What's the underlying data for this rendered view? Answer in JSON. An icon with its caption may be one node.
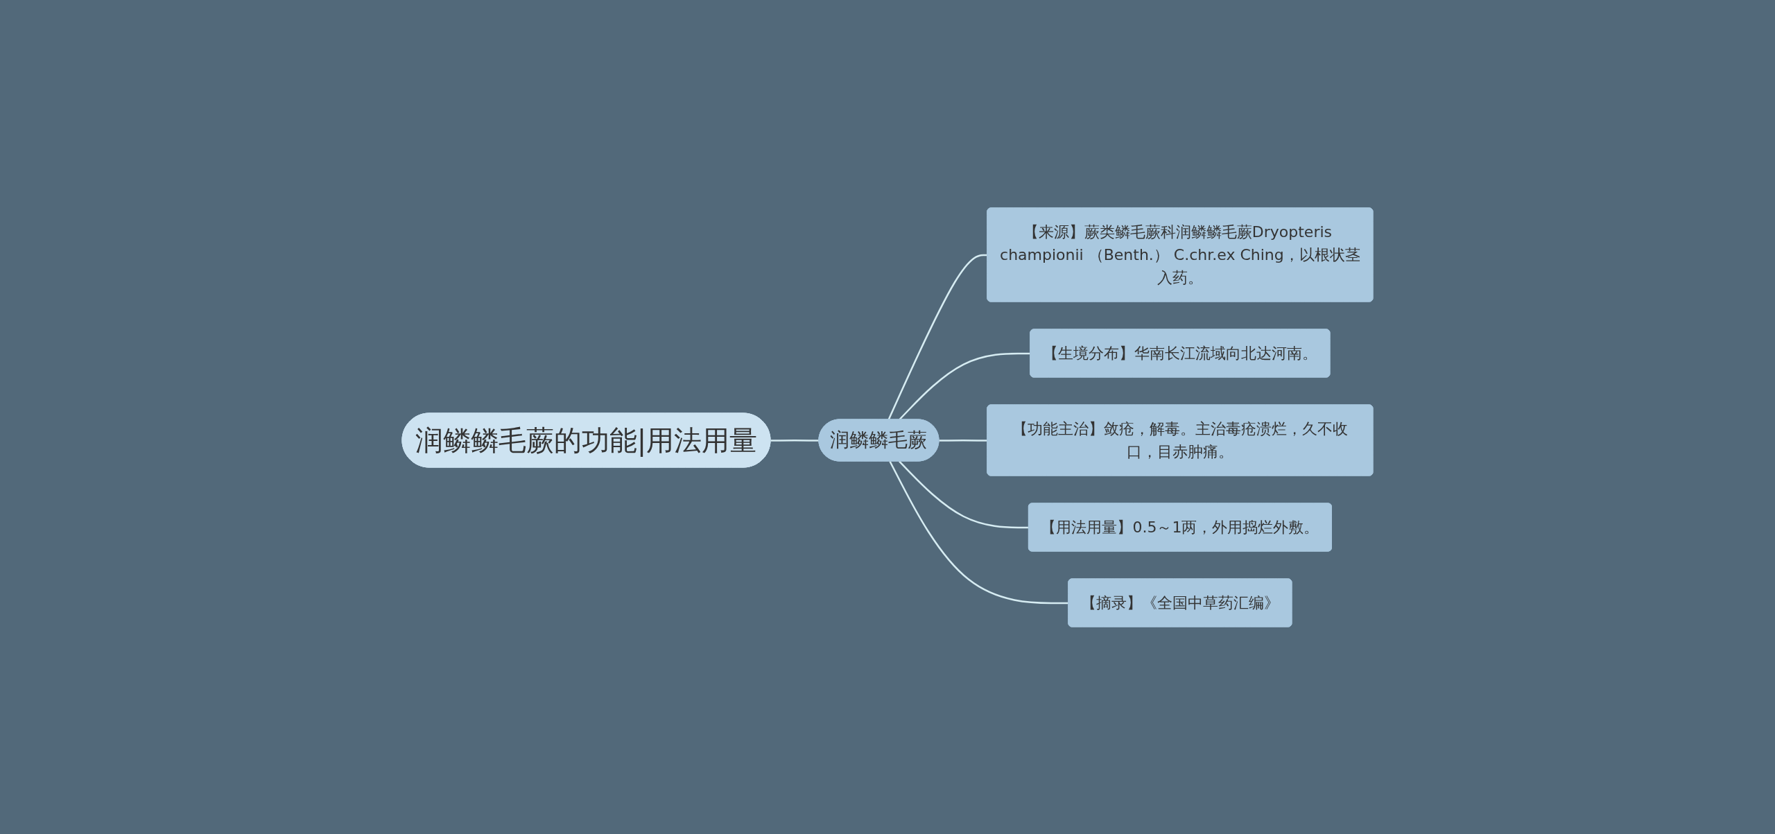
{
  "diagram": {
    "nodes": [
      {
        "text": [
          "润鳞鳞毛蕨的功能|用法用量"
        ]
      },
      {
        "text": [
          "润鳞鳞毛蕨"
        ]
      },
      {
        "text": [
          "【来源】蕨类鳞毛蕨科润鳞鳞毛蕨Dryopteris championii （Benth.） C.chr.ex Ching，以根状茎入药。"
        ]
      },
      {
        "text": [
          "【生境分布】华南长江流域向北达河南。"
        ]
      },
      {
        "text": [
          "【功能主治】敛疮，解毒。主治毒疮溃烂，久不收口，目赤肿痛。"
        ]
      },
      {
        "text": [
          "【用法用量】0.5～1两，外用捣烂外敷。"
        ]
      },
      {
        "text": [
          "【摘录】《全国中草药汇编》"
        ]
      }
    ],
    "edges": [
      {
        "from": 0,
        "to": 1,
        "arrow": "none"
      },
      {
        "from": 1,
        "to": 2,
        "arrow": "none"
      },
      {
        "from": 1,
        "to": 3,
        "arrow": "none"
      },
      {
        "from": 1,
        "to": 4,
        "arrow": "none"
      },
      {
        "from": 1,
        "to": 5,
        "arrow": "none"
      },
      {
        "from": 1,
        "to": 6,
        "arrow": "none"
      }
    ]
  }
}
